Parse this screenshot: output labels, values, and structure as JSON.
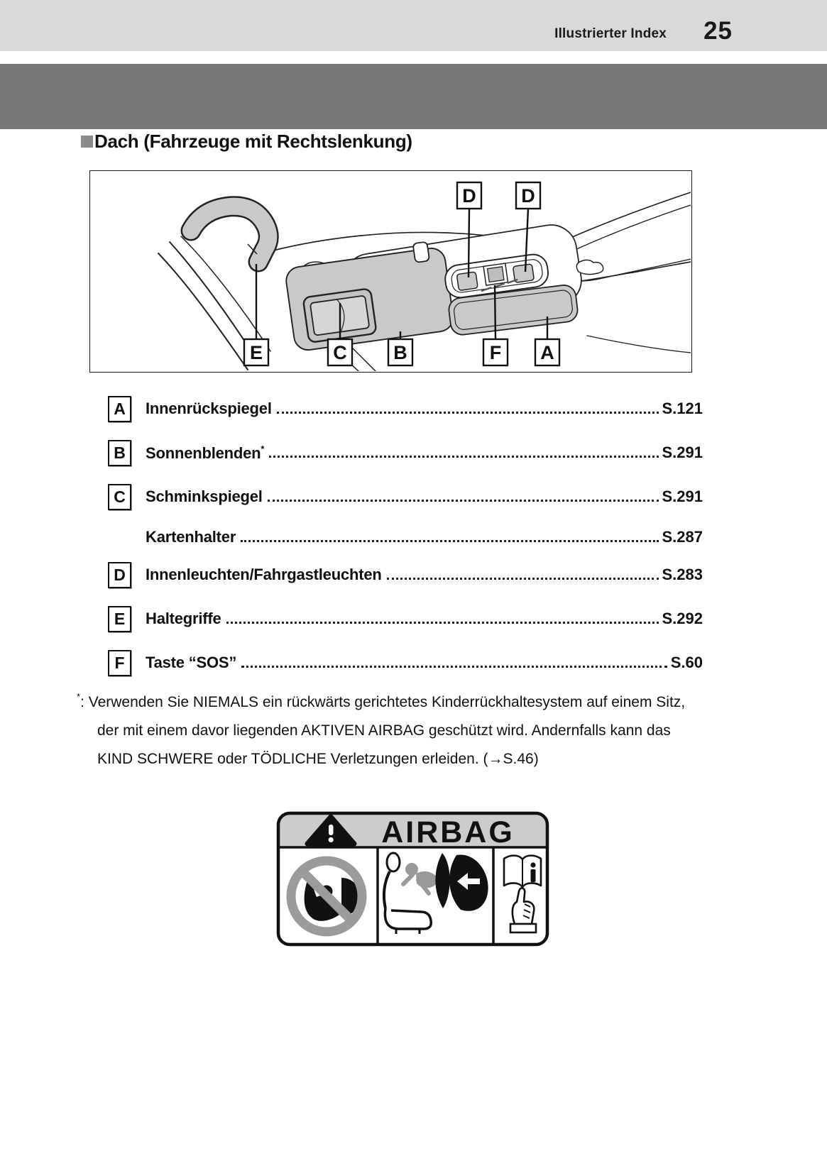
{
  "header": {
    "title": "Illustrierter Index",
    "page_number": "25"
  },
  "section": {
    "marker_icon": "gray-square",
    "title": "Dach (Fahrzeuge mit Rechtslenkung)"
  },
  "figure": {
    "description_parts": [
      "grab-handle",
      "sun-visor",
      "vanity-mirror",
      "overhead-console",
      "interior-lights",
      "sos-button",
      "rearview-mirror"
    ],
    "callouts_top": [
      "D",
      "D"
    ],
    "callouts_bottom": [
      "E",
      "C",
      "B",
      "F",
      "A"
    ]
  },
  "index": {
    "items": [
      {
        "letter": "A",
        "label": "Innenrückspiegel",
        "note": "",
        "page": "S.121"
      },
      {
        "letter": "B",
        "label": "Sonnenblenden",
        "note": "*",
        "page": "S.291"
      },
      {
        "letter": "C",
        "label": "Schminkspiegel",
        "note": "",
        "page": "S.291"
      },
      {
        "letter": "",
        "label": "Kartenhalter",
        "note": "",
        "page": "S.287"
      },
      {
        "letter": "D",
        "label": "Innenleuchten/Fahrgastleuchten",
        "note": "",
        "page": "S.283"
      },
      {
        "letter": "E",
        "label": "Haltegriffe",
        "note": "",
        "page": "S.292"
      },
      {
        "letter": "F",
        "label": "Taste “SOS”",
        "note": "",
        "page": "S.60"
      }
    ]
  },
  "footnote": {
    "marker": "*",
    "separator": ":",
    "lines": [
      "Verwenden Sie NIEMALS ein rückwärts gerichtetes Kinderrückhaltesystem auf einem Sitz,",
      "der mit einem davor liegenden AKTIVEN AIRBAG geschützt wird. Andernfalls kann das",
      "KIND SCHWERE oder TÖDLICHE Verletzungen erleiden. (→S.46)"
    ]
  },
  "warning_label": {
    "title": "AIRBAG",
    "icons": [
      "warning-triangle-icon",
      "no-rear-facing-child-seat-icon",
      "airbag-deployment-icon",
      "read-manual-icon"
    ]
  },
  "colors": {
    "header_band": "#d9d9d9",
    "section_banner": "#777777",
    "part_fill": "#c9c9c9",
    "label_header": "#cccccc",
    "prohibition_gray": "#9b9b9b"
  }
}
